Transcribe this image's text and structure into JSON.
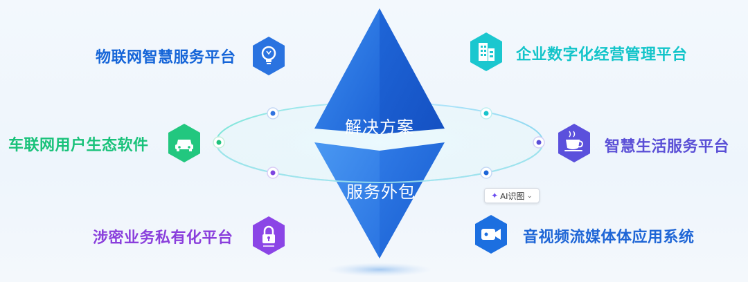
{
  "center": {
    "top_label": "解决方案",
    "bottom_label": "服务外包"
  },
  "items": [
    {
      "id": "iot",
      "label": "物联网智慧服务平台",
      "icon": "bulb-icon",
      "color": "#1565d8",
      "hex_color": "#2a73e0"
    },
    {
      "id": "car",
      "label": "车联网用户生态软件",
      "icon": "car-icon",
      "color": "#19c27a",
      "hex_color": "#22c77f"
    },
    {
      "id": "secret",
      "label": "涉密业务私有化平台",
      "icon": "lock-icon",
      "color": "#8a3fdc",
      "hex_color": "#8b45e6"
    },
    {
      "id": "enterprise",
      "label": "企业数字化经营管理平台",
      "icon": "building-icon",
      "color": "#12c4c9",
      "hex_color": "#1bc7cf"
    },
    {
      "id": "life",
      "label": "智慧生活服务平台",
      "icon": "coffee-cup-icon",
      "color": "#5a4fd6",
      "hex_color": "#5b50dc"
    },
    {
      "id": "media",
      "label": "音视频流媒体体应用系统",
      "icon": "video-camera-icon",
      "color": "#1f66d6",
      "hex_color": "#1c6fe0"
    }
  ],
  "ai_button": {
    "label": "AI识图",
    "icon": "sparkle-icon"
  }
}
